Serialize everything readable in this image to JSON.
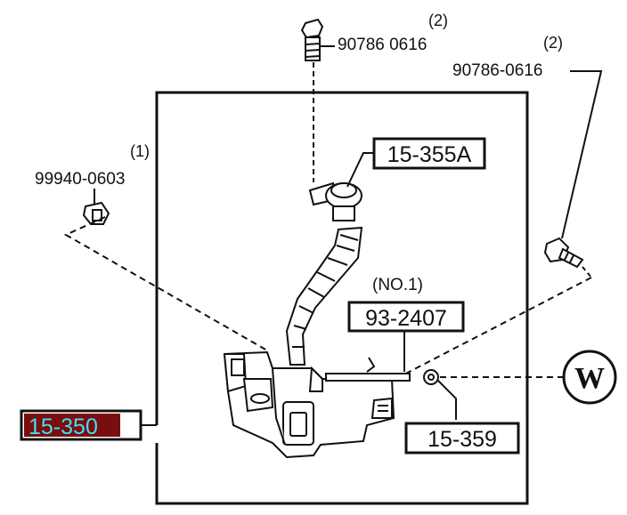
{
  "parts": {
    "bolt_top": {
      "qty": "(2)",
      "number": "90786 0616"
    },
    "bolt_right": {
      "qty": "(2)",
      "number": "90786-0616"
    },
    "clip_left": {
      "qty": "(1)",
      "number": "99940-0603"
    }
  },
  "callouts": {
    "cap": "15-355A",
    "hose_note": "(NO.1)",
    "hose": "93-2407",
    "pump": "15-359",
    "tank": "15-350"
  },
  "marker": {
    "symbol": "W"
  },
  "colors": {
    "line": "#111111",
    "highlight_fill": "#7a0d0d",
    "highlight_text": "#3ee0ff",
    "background": "#ffffff"
  }
}
